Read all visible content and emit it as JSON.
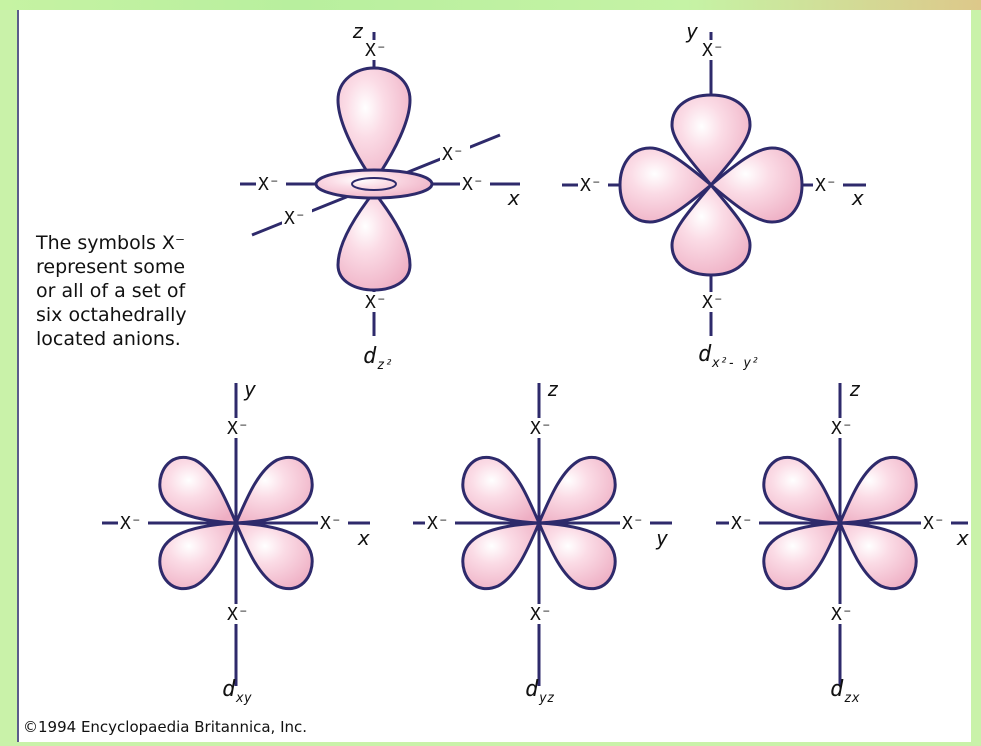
{
  "labels": {
    "ligand": "X⁻",
    "axis_z": "z",
    "axis_y": "y",
    "axis_x": "x",
    "orb_dz2": "d",
    "orb_dz2_sub": "z²",
    "orb_dx2y2": "d",
    "orb_dx2y2_sub": "x²- y²",
    "orb_dxy": "d",
    "orb_dxy_sub": "xy",
    "orb_dyz": "d",
    "orb_dyz_sub": "yz",
    "orb_dzx": "d",
    "orb_dzx_sub": "zx"
  },
  "note": "The symbols X⁻\nrepresent some\nor all of a set of\nsix octahedrally\nlocated anions.",
  "copyright": "©1994 Encyclopaedia Britannica, Inc.",
  "colors": {
    "lobe_fill": "#f6c6d3",
    "lobe_highlight": "#ffffff",
    "outline": "#2e2a6b",
    "frame": "#c9f2a9"
  }
}
